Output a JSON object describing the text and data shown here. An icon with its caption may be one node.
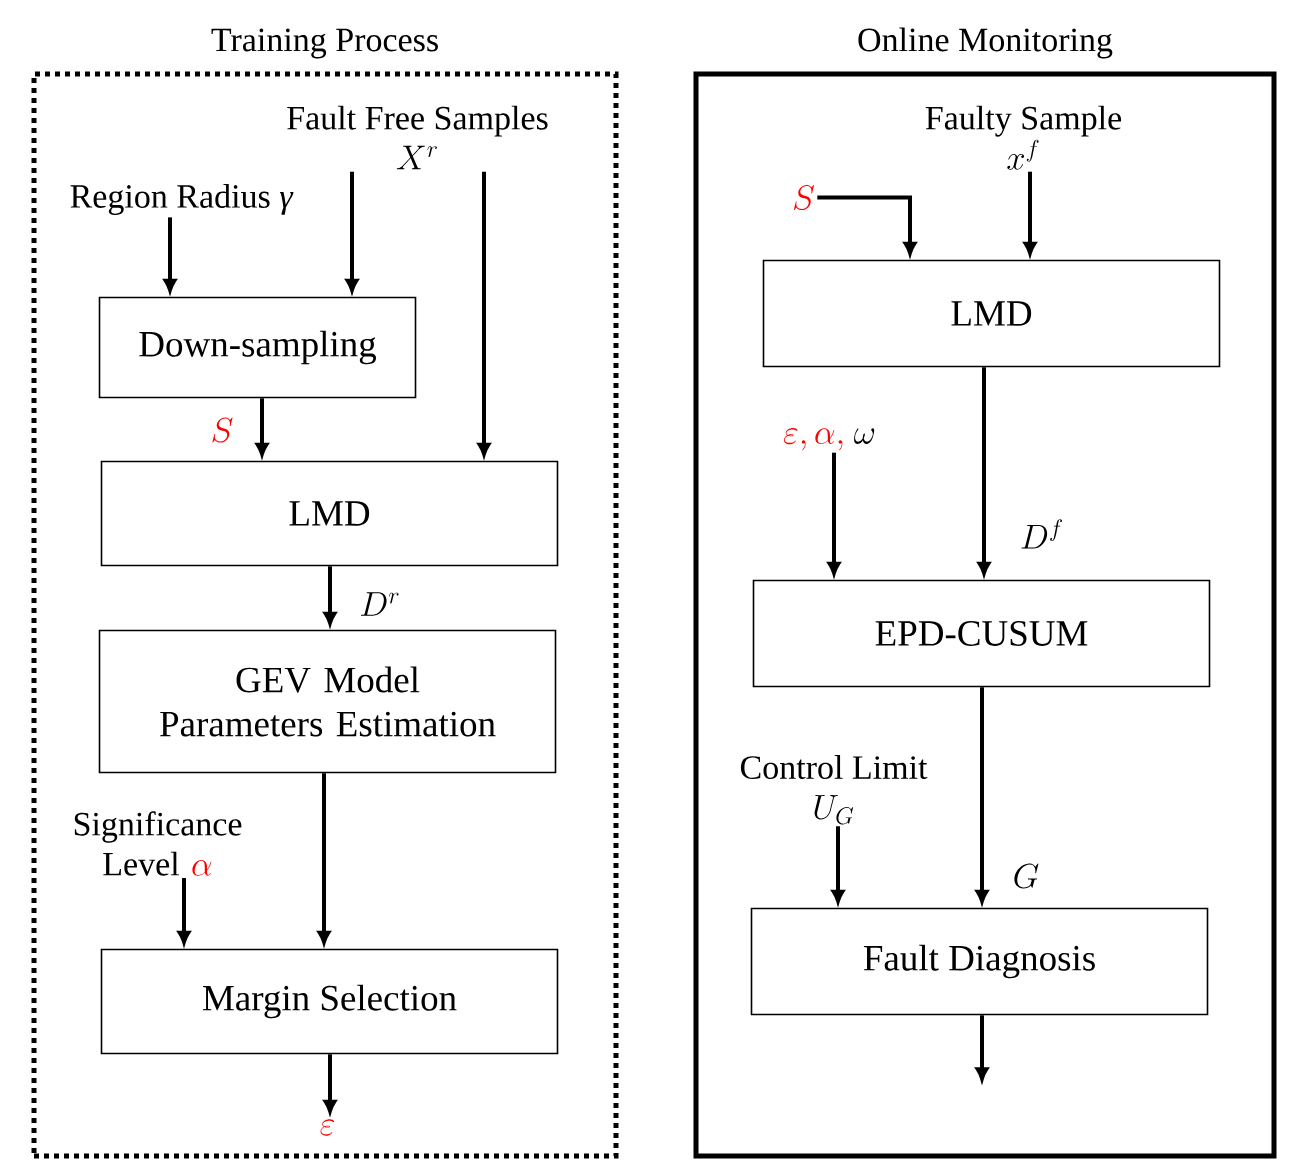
{
  "diagram": {
    "nodes": [
      {
        "text": [
          "Training Process"
        ]
      },
      {
        "text": [
          "Fault Free Samples",
          "X^{r}"
        ],
        "in": 0
      },
      {
        "text": [
          "Region Radius *γ*"
        ],
        "in": 0
      },
      {
        "text": [
          "Down-sampling"
        ],
        "in": 0
      },
      {
        "text": [
          "LMD"
        ],
        "in": 0
      },
      {
        "text": [
          "GEV Model Parameters Estimation"
        ],
        "in": 0
      },
      {
        "text": [
          "Significance Level",
          "\\alpha"
        ],
        "in": 0
      },
      {
        "text": [
          "Margin Selection"
        ],
        "in": 0
      },
      {
        "text": [
          "\\varepsilon"
        ],
        "in": 0
      },
      {
        "text": [
          "Online Monitoring"
        ]
      },
      {
        "text": [
          "Faulty Sample",
          "x^{f}"
        ],
        "in": 9
      },
      {
        "text": [
          "S"
        ],
        "in": 9
      },
      {
        "text": [
          "LMD"
        ],
        "in": 9
      },
      {
        "text": [
          "\\varepsilon, \\alpha,",
          "\\omega"
        ],
        "in": 9
      },
      {
        "text": [
          "EPD-CUSUM"
        ],
        "in": 9
      },
      {
        "text": [
          "Control Limit",
          "U_{G}"
        ],
        "in": 9
      },
      {
        "text": [
          "Fault Diagnosis"
        ],
        "in": 9
      }
    ],
    "edges": [
      {
        "from": 2,
        "to": 3,
        "arrow": "to"
      },
      {
        "from": 1,
        "to": 3,
        "arrow": "to"
      },
      {
        "from": 1,
        "to": 4,
        "arrow": "to"
      },
      {
        "from": 3,
        "to": 4,
        "arrow": "to",
        "label": "S"
      },
      {
        "from": 4,
        "to": 5,
        "arrow": "to",
        "label": "D^{r}"
      },
      {
        "from": 5,
        "to": 7,
        "arrow": "to"
      },
      {
        "from": 6,
        "to": 7,
        "arrow": "to"
      },
      {
        "from": 7,
        "to": 8,
        "arrow": "to"
      },
      {
        "from": 11,
        "to": 12,
        "arrow": "to"
      },
      {
        "from": 10,
        "to": 12,
        "arrow": "to"
      },
      {
        "from": 12,
        "to": 14,
        "arrow": "to",
        "label": "D^{f}"
      },
      {
        "from": 13,
        "to": 14,
        "arrow": "to"
      },
      {
        "from": 14,
        "to": 16,
        "arrow": "to",
        "label": "G"
      },
      {
        "from": 15,
        "to": 16,
        "arrow": "to"
      },
      {
        "from": 16,
        "to": null,
        "arrow": "to"
      }
    ]
  }
}
